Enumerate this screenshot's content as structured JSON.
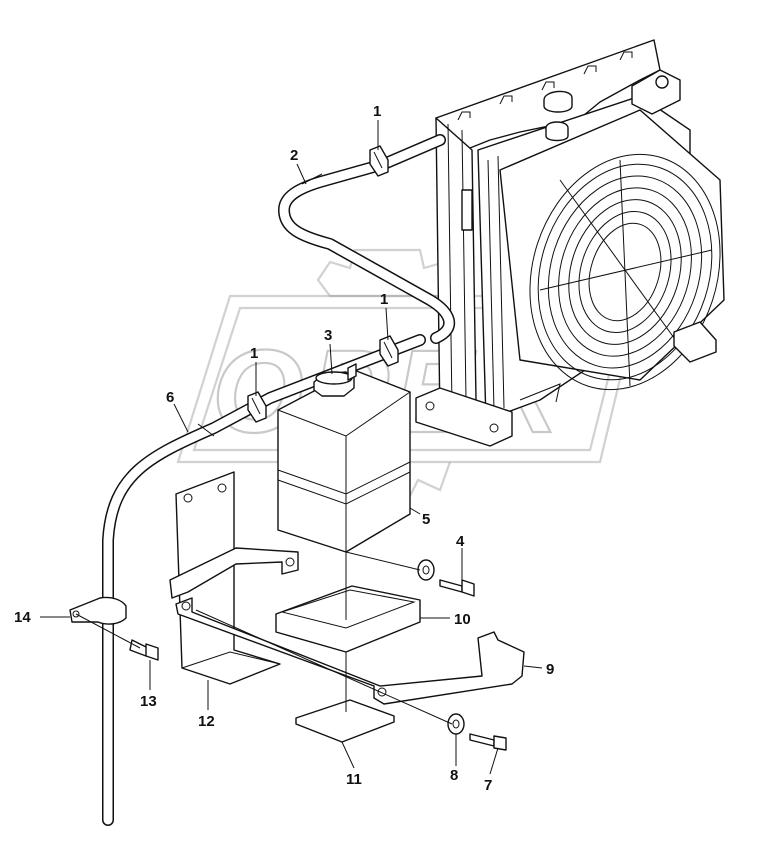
{
  "watermark": {
    "text": "OPEX"
  },
  "callouts": [
    {
      "id": "c1a",
      "label": "1"
    },
    {
      "id": "c1b",
      "label": "1"
    },
    {
      "id": "c1c",
      "label": "1"
    },
    {
      "id": "c2",
      "label": "2"
    },
    {
      "id": "c3",
      "label": "3"
    },
    {
      "id": "c4",
      "label": "4"
    },
    {
      "id": "c5",
      "label": "5"
    },
    {
      "id": "c6",
      "label": "6"
    },
    {
      "id": "c7",
      "label": "7"
    },
    {
      "id": "c8",
      "label": "8"
    },
    {
      "id": "c9",
      "label": "9"
    },
    {
      "id": "c10",
      "label": "10"
    },
    {
      "id": "c11",
      "label": "11"
    },
    {
      "id": "c12",
      "label": "12"
    },
    {
      "id": "c13",
      "label": "13"
    },
    {
      "id": "c14",
      "label": "14"
    }
  ]
}
